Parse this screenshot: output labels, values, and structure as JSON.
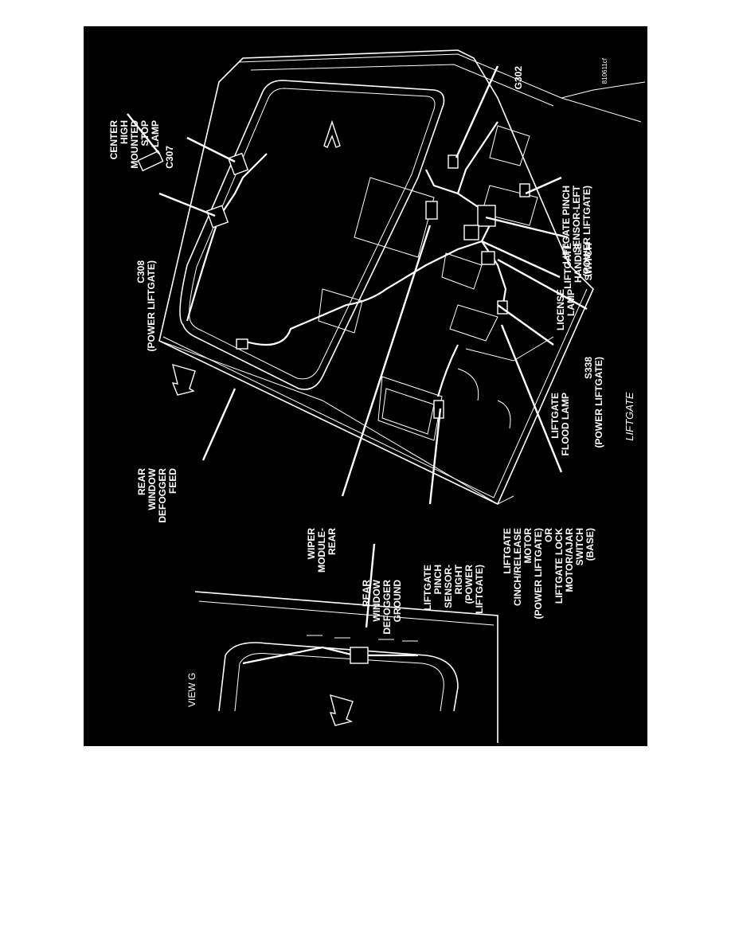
{
  "figure": {
    "caption": "LIFTGATE",
    "view_label": "VIEW G",
    "figure_code": "810611cf",
    "background_color": "#000000",
    "line_color": "#ffffff"
  },
  "labels": [
    {
      "id": "center-high-mounted-stop-lamp",
      "lines": [
        "CENTER",
        "HIGH",
        "MOUNTED",
        "STOP",
        "LAMP"
      ]
    },
    {
      "id": "c307",
      "lines": [
        "C307"
      ]
    },
    {
      "id": "c308",
      "lines": [
        "C308",
        "(POWER LIFTGATE)"
      ]
    },
    {
      "id": "g302",
      "lines": [
        "G302"
      ]
    },
    {
      "id": "liftgate-pinch-sensor-left",
      "lines": [
        "LIFTGATE PINCH",
        "SENSOR-LEFT",
        "(POWER LIFTGATE)"
      ]
    },
    {
      "id": "liftgate-handle-switch",
      "lines": [
        "LIFTGATE",
        "HANDLE",
        "SWITCH"
      ]
    },
    {
      "id": "license-lamp",
      "lines": [
        "LICENSE",
        "LAMP"
      ]
    },
    {
      "id": "s338",
      "lines": [
        "S338",
        "(POWER LIFTGATE)"
      ]
    },
    {
      "id": "liftgate-flood-lamp",
      "lines": [
        "LIFTGATE",
        "FLOOD LAMP"
      ]
    },
    {
      "id": "rear-window-defogger-feed",
      "lines": [
        "REAR",
        "WINDOW",
        "DEFOGGER",
        "FEED"
      ]
    },
    {
      "id": "wiper-module-rear",
      "lines": [
        "WIPER",
        "MODULE-",
        "REAR"
      ]
    },
    {
      "id": "rear-window-defogger-ground",
      "lines": [
        "REAR",
        "WINDOW",
        "DEFOGGER",
        "GROUND"
      ]
    },
    {
      "id": "liftgate-pinch-sensor-right",
      "lines": [
        "LIFTGATE",
        "PINCH",
        "SENSOR-",
        "RIGHT",
        "(POWER",
        "LIFTGATE)"
      ]
    },
    {
      "id": "liftgate-cinch-release-motor",
      "lines": [
        "LIFTGATE",
        "CINCH/RELEASE",
        "MOTOR",
        "(POWER LIFTGATE)",
        "OR",
        "LIFTGATE LOCK",
        "MOTOR/AJAR",
        "SWITCH",
        "(BASE)"
      ]
    }
  ]
}
